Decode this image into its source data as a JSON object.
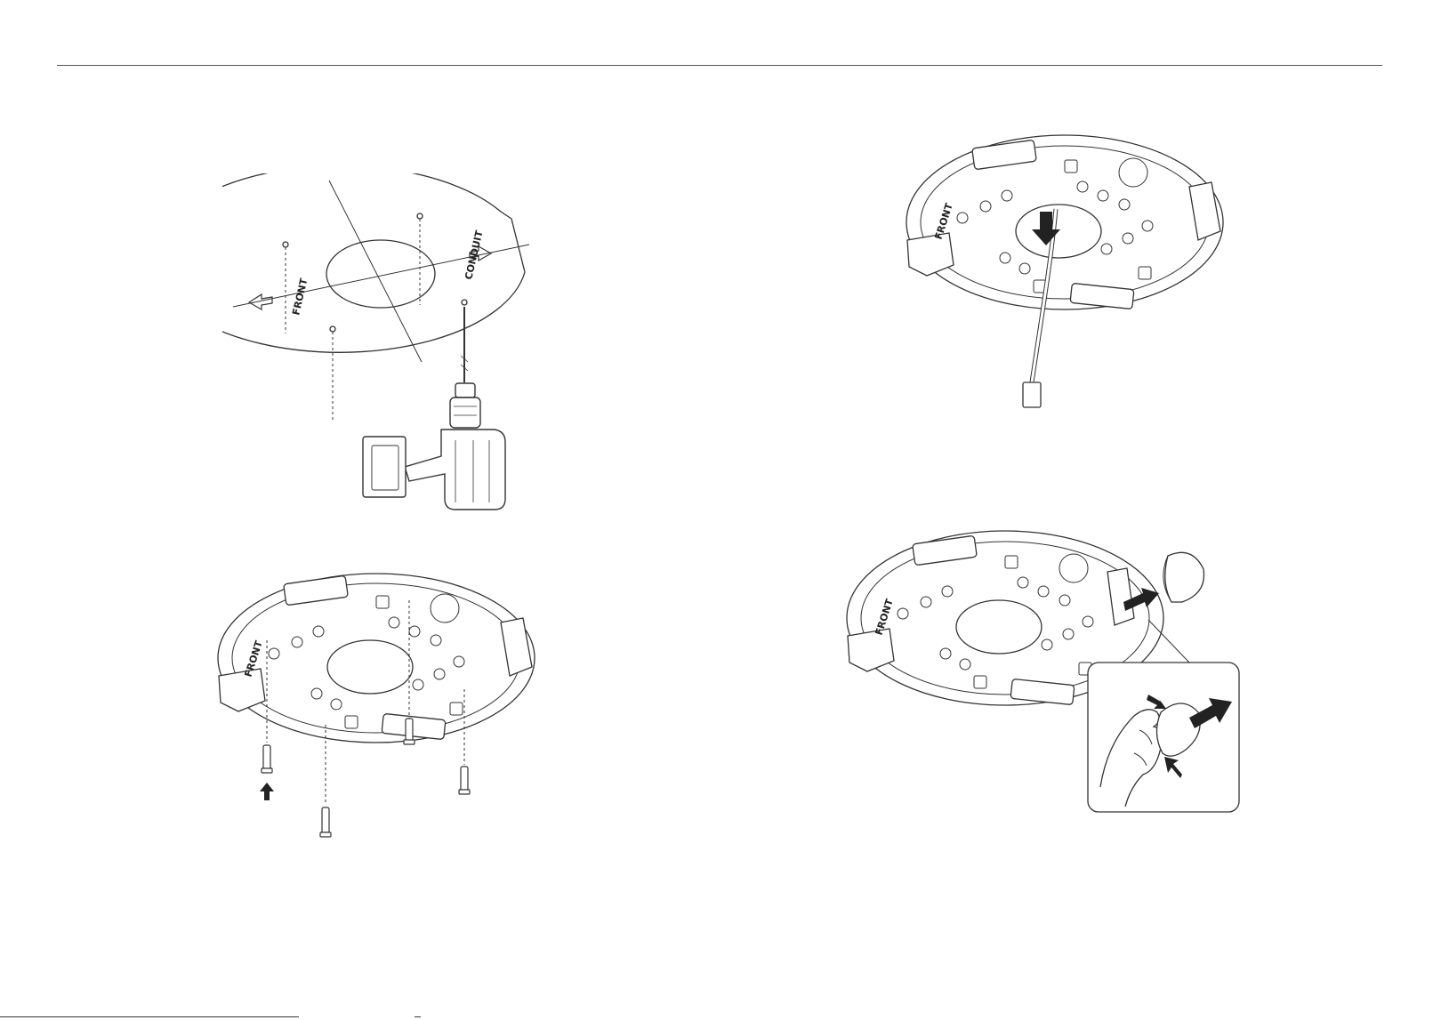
{
  "page": {
    "colors": {
      "line": "#333333",
      "arrow": "#222222",
      "background": "#ffffff"
    }
  },
  "figures": {
    "template": {
      "front_label": "FRONT",
      "conduit_label": "CONDUIT"
    },
    "screw_plate": {
      "front_label": "FRONT"
    },
    "cable_plate": {
      "front_label": "FRONT"
    },
    "cap_plate": {
      "front_label": "FRONT"
    }
  }
}
